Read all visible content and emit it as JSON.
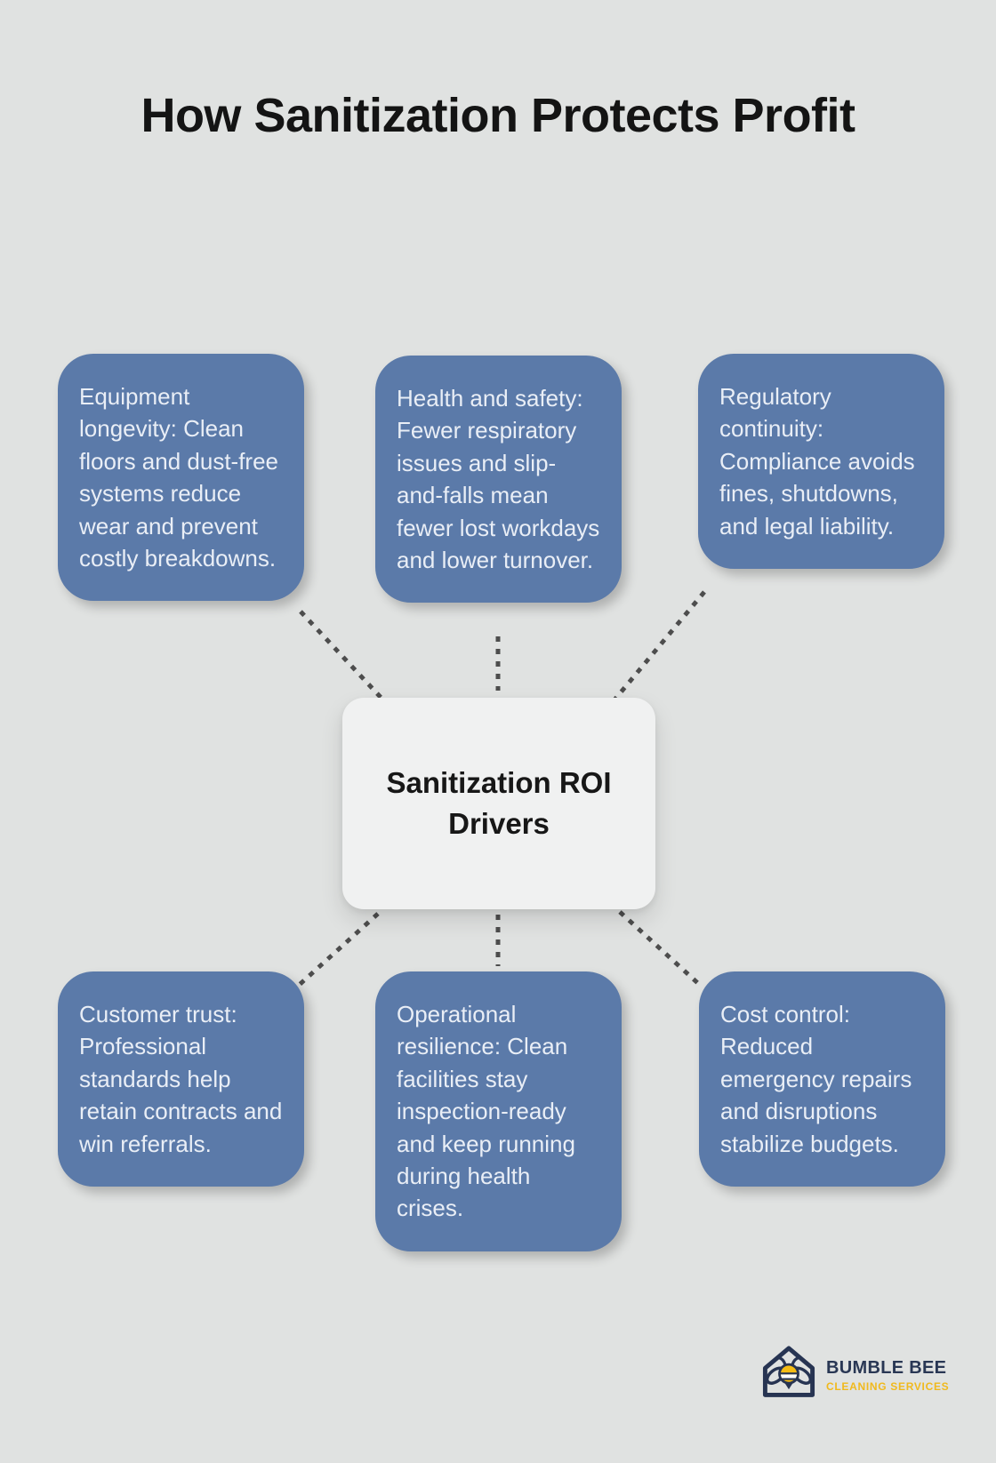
{
  "page": {
    "title": "How Sanitization Protects Profit"
  },
  "center": {
    "label": "Sanitization ROI Drivers"
  },
  "nodes": [
    {
      "id": "equipment-longevity",
      "text": "Equipment longevity: Clean floors and dust-free systems reduce wear and prevent costly breakdowns."
    },
    {
      "id": "health-safety",
      "text": "Health and safety: Fewer respiratory issues and slip-and-falls mean fewer lost workdays and lower turnover."
    },
    {
      "id": "regulatory-continuity",
      "text": "Regulatory continuity: Compliance avoids fines, shutdowns, and legal liability."
    },
    {
      "id": "customer-trust",
      "text": "Customer trust: Professional standards help retain contracts and win referrals."
    },
    {
      "id": "operational-resilience",
      "text": "Operational resilience: Clean facilities stay inspection-ready and keep running during health crises."
    },
    {
      "id": "cost-control",
      "text": "Cost control: Reduced emergency repairs and disruptions stabilize budgets."
    }
  ],
  "logo": {
    "brand": "BUMBLE BEE",
    "tagline": "CLEANING SERVICES"
  },
  "colors": {
    "background": "#e0e2e1",
    "node_blue": "#5b7aa9",
    "node_text": "#e9eef6",
    "title_text": "#141414",
    "card_background": "#f0f1f1",
    "connector_gray": "#4d4d4d",
    "brand_navy": "#293754",
    "brand_gold": "#f0b91d"
  }
}
